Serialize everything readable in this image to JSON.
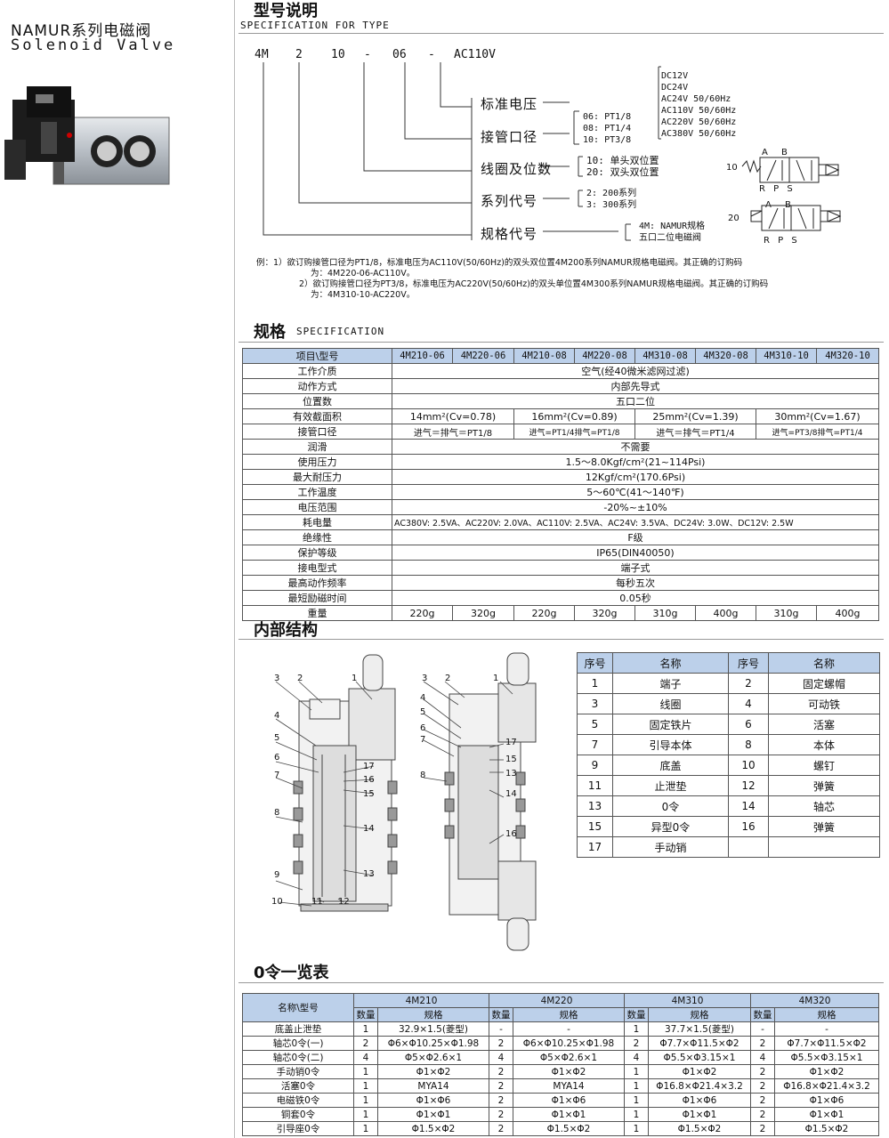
{
  "brand": {
    "cn": "NAMUR系列电磁阀",
    "en": "Solenoid Valve"
  },
  "type_section": {
    "title": "型号说明",
    "subtitle": "SPECIFICATION FOR TYPE",
    "code_parts": [
      "4M",
      "2",
      "10",
      "-",
      "06",
      "-",
      "AC110V"
    ],
    "labels": [
      "标准电压",
      "接管口径",
      "线圈及位数",
      "系列代号",
      "规格代号"
    ],
    "voltage_options": [
      "DC12V",
      "DC24V",
      "AC24V 50/60Hz",
      "AC110V 50/60Hz",
      "AC220V 50/60Hz",
      "AC380V 50/60Hz"
    ],
    "port_options": [
      "06: PT1/8",
      "08: PT1/4",
      "10: PT3/8"
    ],
    "coil_options": [
      "10: 单头双位置",
      "20: 双头双位置"
    ],
    "series_options": [
      "2: 200系列",
      "3: 300系列"
    ],
    "spec_options": [
      "4M: NAMUR规格",
      "五口二位电磁阀"
    ],
    "symbol_labels": {
      "n10": "10",
      "n20": "20",
      "ab": "A B",
      "rps": "R P S"
    }
  },
  "notes": {
    "line1": "例：1）欲订购接管口径为PT1/8，标准电压为AC110V(50/60Hz)的双头双位置4M200系列NAMUR规格电磁阀。其正确的订购码",
    "line1b": "为：4M220-06-AC110V。",
    "line2": "2）欲订购接管口径为PT3/8，标准电压为AC220V(50/60Hz)的双头单位置4M300系列NAMUR规格电磁阀。其正确的订购码",
    "line2b": "为：4M310-10-AC220V。"
  },
  "spec_section": {
    "title": "规格",
    "subtitle": "SPECIFICATION",
    "header_label": "项目\\型号",
    "models": [
      "4M210-06",
      "4M220-06",
      "4M210-08",
      "4M220-08",
      "4M310-08",
      "4M320-08",
      "4M310-10",
      "4M320-10"
    ],
    "rows": {
      "medium": {
        "label": "工作介质",
        "value": "空气(经40微米滤网过滤)"
      },
      "action": {
        "label": "动作方式",
        "value": "内部先导式"
      },
      "positions": {
        "label": "位置数",
        "value": "五口二位"
      },
      "area": {
        "label": "有效截面积",
        "values": [
          "14mm²(Cv=0.78)",
          "16mm²(Cv=0.89)",
          "25mm²(Cv=1.39)",
          "30mm²(Cv=1.67)"
        ]
      },
      "port": {
        "label": "接管口径",
        "values": [
          "进气＝排气＝PT1/8",
          "进气=PT1/4排气=PT1/8",
          "进气＝排气＝PT1/4",
          "进气=PT3/8排气=PT1/4"
        ]
      },
      "lube": {
        "label": "润滑",
        "value": "不需要"
      },
      "pressure": {
        "label": "使用压力",
        "value": "1.5～8.0Kgf/cm²(21~114Psi)"
      },
      "maxpressure": {
        "label": "最大耐压力",
        "value": "12Kgf/cm²(170.6Psi)"
      },
      "temp": {
        "label": "工作温度",
        "value": "5～60℃(41～140℉)"
      },
      "voltage": {
        "label": "电压范围",
        "value": "-20%~±10%"
      },
      "power": {
        "label": "耗电量",
        "value": "AC380V: 2.5VA、AC220V: 2.0VA、AC110V: 2.5VA、AC24V: 3.5VA、DC24V: 3.0W、DC12V: 2.5W"
      },
      "insulation": {
        "label": "绝缘性",
        "value": "F级"
      },
      "protection": {
        "label": "保护等级",
        "value": "IP65(DIN40050)"
      },
      "connection": {
        "label": "接电型式",
        "value": "端子式"
      },
      "freq": {
        "label": "最高动作频率",
        "value": "每秒五次"
      },
      "excite": {
        "label": "最短励磁时间",
        "value": "0.05秒"
      },
      "weight": {
        "label": "重量",
        "values": [
          "220g",
          "320g",
          "220g",
          "320g",
          "310g",
          "400g",
          "310g",
          "400g"
        ]
      }
    }
  },
  "structure_section": {
    "title": "内部结构",
    "left_callouts": [
      "3",
      "2",
      "1",
      "4",
      "5",
      "6",
      "7",
      "8",
      "9",
      "10",
      "11",
      "12",
      "17",
      "16",
      "15",
      "14",
      "13"
    ],
    "right_callouts": [
      "3",
      "2",
      "1",
      "4",
      "5",
      "6",
      "7",
      "8",
      "17",
      "15",
      "13",
      "14",
      "16"
    ],
    "parts_header": [
      "序号",
      "名称",
      "序号",
      "名称"
    ],
    "parts_rows": [
      [
        "1",
        "端子",
        "2",
        "固定螺帽"
      ],
      [
        "3",
        "线圈",
        "4",
        "可动铁"
      ],
      [
        "5",
        "固定铁片",
        "6",
        "活塞"
      ],
      [
        "7",
        "引导本体",
        "8",
        "本体"
      ],
      [
        "9",
        "底盖",
        "10",
        "螺钉"
      ],
      [
        "11",
        "止泄垫",
        "12",
        "弹簧"
      ],
      [
        "13",
        "0令",
        "14",
        "轴芯"
      ],
      [
        "15",
        "异型0令",
        "16",
        "弹簧"
      ],
      [
        "17",
        "手动销",
        "",
        ""
      ]
    ]
  },
  "oring_section": {
    "title": "0令一览表",
    "corner_label": "名称\\型号",
    "groups": [
      "4M210",
      "4M220",
      "4M310",
      "4M320"
    ],
    "qty_label": "数量",
    "spec_label": "规格",
    "rows": [
      [
        "底盖止泄垫",
        "1",
        "32.9×1.5(菱型)",
        "-",
        "-",
        "1",
        "37.7×1.5(菱型)",
        "-",
        "-"
      ],
      [
        "轴芯0令(一)",
        "2",
        "Φ6×Φ10.25×Φ1.98",
        "2",
        "Φ6×Φ10.25×Φ1.98",
        "2",
        "Φ7.7×Φ11.5×Φ2",
        "2",
        "Φ7.7×Φ11.5×Φ2"
      ],
      [
        "轴芯0令(二)",
        "4",
        "Φ5×Φ2.6×1",
        "4",
        "Φ5×Φ2.6×1",
        "4",
        "Φ5.5×Φ3.15×1",
        "4",
        "Φ5.5×Φ3.15×1"
      ],
      [
        "手动销0令",
        "1",
        "Φ1×Φ2",
        "2",
        "Φ1×Φ2",
        "1",
        "Φ1×Φ2",
        "2",
        "Φ1×Φ2"
      ],
      [
        "活塞0令",
        "1",
        "MYA14",
        "2",
        "MYA14",
        "1",
        "Φ16.8×Φ21.4×3.2",
        "2",
        "Φ16.8×Φ21.4×3.2"
      ],
      [
        "电磁铁0令",
        "1",
        "Φ1×Φ6",
        "2",
        "Φ1×Φ6",
        "1",
        "Φ1×Φ6",
        "2",
        "Φ1×Φ6"
      ],
      [
        "铜套0令",
        "1",
        "Φ1×Φ1",
        "2",
        "Φ1×Φ1",
        "1",
        "Φ1×Φ1",
        "2",
        "Φ1×Φ1"
      ],
      [
        "引导座0令",
        "1",
        "Φ1.5×Φ2",
        "2",
        "Φ1.5×Φ2",
        "1",
        "Φ1.5×Φ2",
        "2",
        "Φ1.5×Φ2"
      ]
    ]
  },
  "colors": {
    "header_bg": "#bcd0ea",
    "valve_body": "#c7ccd2",
    "coil": "#1c1c1c"
  }
}
